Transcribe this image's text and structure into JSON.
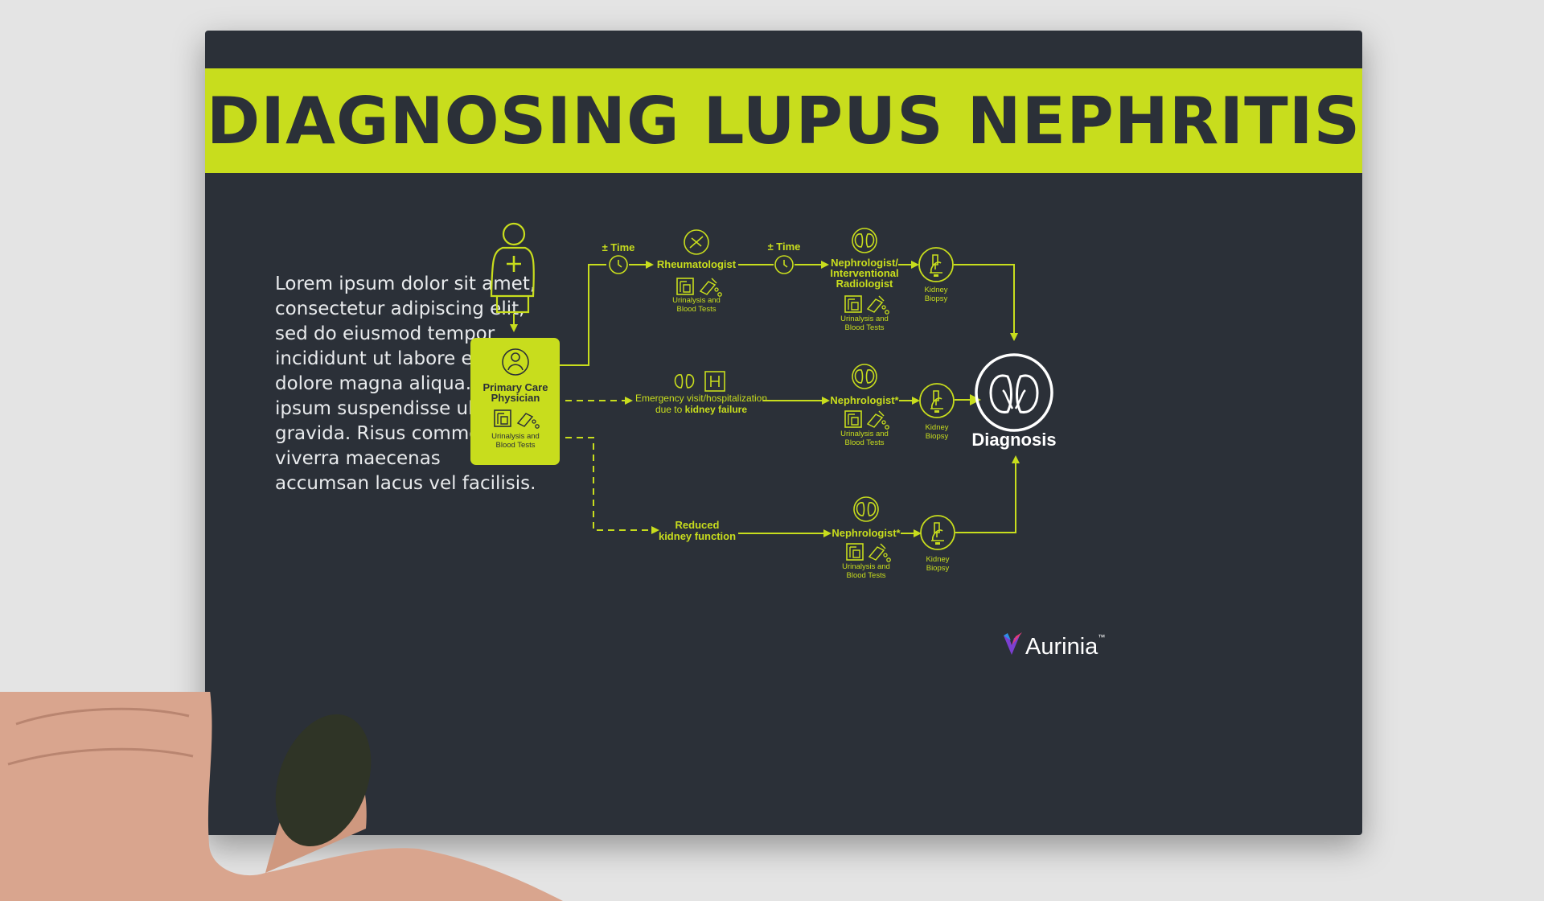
{
  "title": "DIAGNOSING LUPUS NEPHRITIS",
  "intro_text": "Lorem ipsum dolor sit amet, consectetur adipiscing elit, sed do eiusmod tempor incididunt ut labore et dolore magna aliqua. Quis ipsum suspendisse ultrices gravida. Risus commodo viverra maecenas accumsan lacus vel facilisis.",
  "flow": {
    "primary": {
      "line1": "Primary Care",
      "line2": "Physician",
      "tests1": "Urinalysis and",
      "tests2": "Blood Tests"
    },
    "top": {
      "time1": "± Time",
      "rheumatologist": "Rheumatologist",
      "rheum_tests1": "Urinalysis and",
      "rheum_tests2": "Blood Tests",
      "time2": "± Time",
      "neph1": "Nephrologist/",
      "neph2": "Interventional",
      "neph3": "Radiologist",
      "neph_tests1": "Urinalysis and",
      "neph_tests2": "Blood Tests",
      "biopsy1": "Kidney",
      "biopsy2": "Biopsy"
    },
    "middle": {
      "emergency1": "Emergency visit/hospitalization",
      "emergency2_prefix": "due to ",
      "emergency2_bold": "kidney failure",
      "neph": "Nephrologist*",
      "neph_tests1": "Urinalysis and",
      "neph_tests2": "Blood Tests",
      "biopsy1": "Kidney",
      "biopsy2": "Biopsy"
    },
    "bottom": {
      "reduced1": "Reduced",
      "reduced2": "kidney function",
      "neph": "Nephrologist*",
      "neph_tests1": "Urinalysis and",
      "neph_tests2": "Blood Tests",
      "biopsy1": "Kidney",
      "biopsy2": "Biopsy"
    },
    "diagnosis": "Diagnosis"
  },
  "brand": {
    "name": "Aurinia",
    "trademark": "™"
  },
  "colors": {
    "accent": "#c8dd1d",
    "card": "#2b3038",
    "background": "#e4e4e4"
  },
  "icons": [
    "physician-icon",
    "doctor-badge-icon",
    "urinalysis-icon",
    "blood-test-icon",
    "clock-icon",
    "rheumatology-icon",
    "kidney-icon",
    "microscope-icon",
    "hospital-icon",
    "aurinia-logo"
  ]
}
